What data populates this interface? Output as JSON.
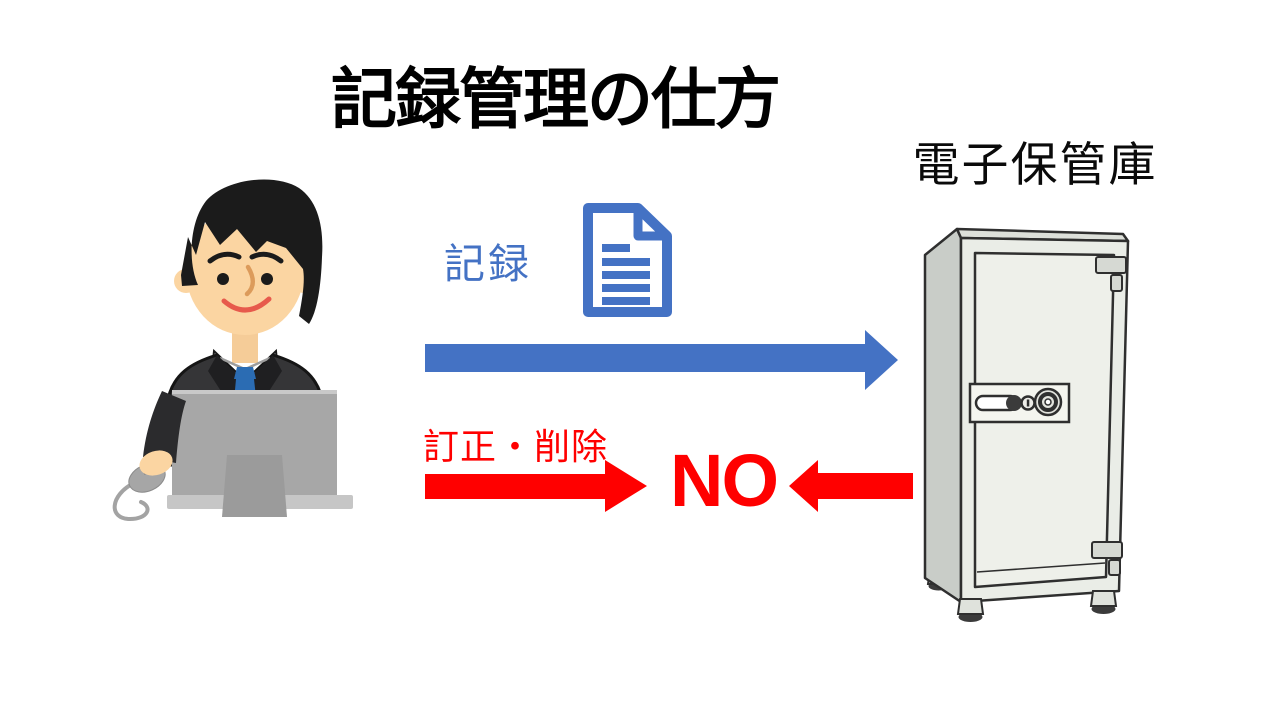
{
  "slide": {
    "title": "記録管理の仕方",
    "background": "#FFFFFF"
  },
  "storage": {
    "label": "電子保管庫"
  },
  "flows": {
    "record": {
      "label": "記録",
      "arrow_color": "#4472C4",
      "arrow_direction": "right",
      "icon": "document-icon"
    },
    "correction": {
      "label": "訂正・削除",
      "result": "NO",
      "arrow_color": "#FF0000",
      "arrow_directions": [
        "right",
        "left"
      ]
    }
  },
  "illustrations": {
    "person": "office-worker-at-computer",
    "safe": "electronic-storage-safe"
  },
  "colors": {
    "accent_blue": "#4472C4",
    "alert_red": "#FF0000",
    "text_black": "#000000"
  }
}
